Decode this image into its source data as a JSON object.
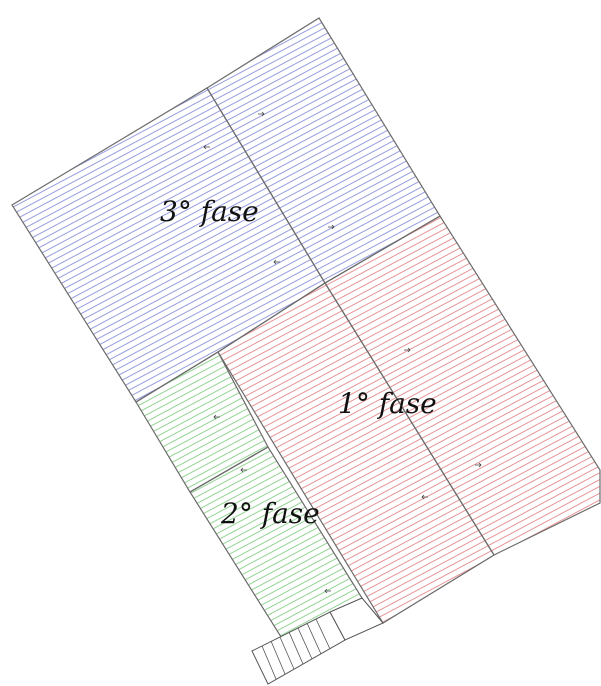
{
  "phases": [
    {
      "id": "phase-3",
      "label": "3° fase",
      "hatch_color": "#7c84d6",
      "outline_color": "#6b6b6b"
    },
    {
      "id": "phase-1",
      "label": "1° fase",
      "hatch_color": "#e07a7a",
      "outline_color": "#6b6b6b"
    },
    {
      "id": "phase-2",
      "label": "2° fase",
      "hatch_color": "#79c879",
      "outline_color": "#6b6b6b"
    }
  ],
  "colors": {
    "outline": "#6b6b6b",
    "stair": "#555555",
    "background": "#ffffff"
  }
}
